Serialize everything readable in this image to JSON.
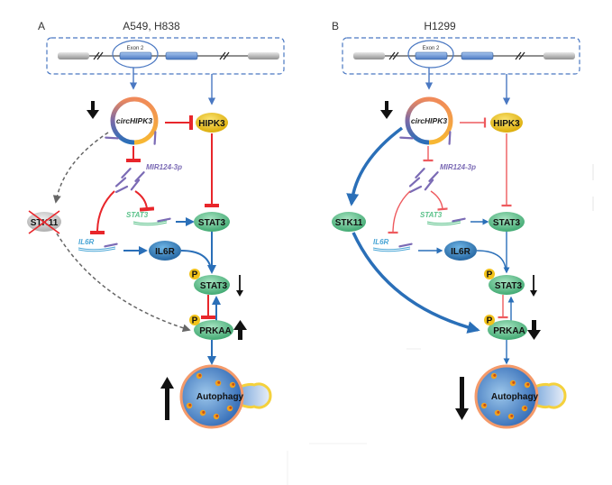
{
  "figure": {
    "panels": [
      {
        "id": "A",
        "letter": "A",
        "cell_lines": "A549, H838",
        "gene": {
          "exon_label": "Exon 2"
        },
        "circ_label": "circHIPK3",
        "circ_change": "down",
        "hipk3_label": "HIPK3",
        "mir_label": "MIR124-3p",
        "stat3_mrna_label": "STAT3",
        "il6r_mrna_label": "IL6R",
        "stat3_label": "STAT3",
        "il6r_label": "IL6R",
        "pstat3_label": "STAT3",
        "pstat3_change": "down",
        "prkaa_label": "PRKAA",
        "prkaa_change": "up",
        "phospho_label": "P",
        "stk11_label": "STK11",
        "stk11_status": "absent (crossed out)",
        "autophagy_label": "Autophagy",
        "autophagy_change": "up"
      },
      {
        "id": "B",
        "letter": "B",
        "cell_lines": "H1299",
        "gene": {
          "exon_label": "Exon 2"
        },
        "circ_label": "circHIPK3",
        "circ_change": "down",
        "hipk3_label": "HIPK3",
        "mir_label": "MIR124-3p",
        "stat3_mrna_label": "STAT3",
        "il6r_mrna_label": "IL6R",
        "stat3_label": "STAT3",
        "il6r_label": "IL6R",
        "pstat3_label": "STAT3",
        "pstat3_change": "down",
        "prkaa_label": "PRKAA",
        "prkaa_change": "down",
        "phospho_label": "P",
        "stk11_label": "STK11",
        "stk11_status": "present",
        "autophagy_label": "Autophagy",
        "autophagy_change": "down"
      }
    ],
    "colors": {
      "activation": "#2a6fb8",
      "inhibition": "#e8262b",
      "inhibition_light": "#ee5a5e",
      "dashed": "#777777",
      "node_green": "#5cc28b",
      "node_blue": "#2e7fbf",
      "node_yellow": "#f2c21a",
      "mir": "#7b6bb5",
      "mrna_stat3": "#5cc28b",
      "mrna_il6r": "#4aa6d6",
      "box_border": "#4a78c2"
    }
  }
}
